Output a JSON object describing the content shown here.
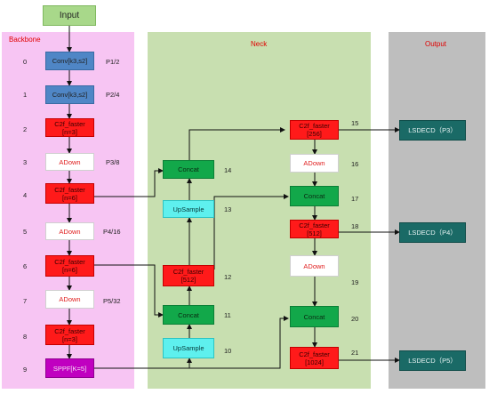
{
  "panels": {
    "backbone": "Backbone",
    "neck": "Neck",
    "output": "Output"
  },
  "input": "Input",
  "backbone": {
    "layers": [
      {
        "index": "0",
        "line1": "Conv[k3,s2]",
        "line2": "",
        "scale": "P1/2"
      },
      {
        "index": "1",
        "line1": "Conv[k3,s2]",
        "line2": "",
        "scale": "P2/4"
      },
      {
        "index": "2",
        "line1": "C2f_faster",
        "line2": "[n=3]",
        "scale": ""
      },
      {
        "index": "3",
        "line1": "ADown",
        "line2": "",
        "scale": "P3/8"
      },
      {
        "index": "4",
        "line1": "C2f_faster",
        "line2": "[n=6]",
        "scale": ""
      },
      {
        "index": "5",
        "line1": "ADown",
        "line2": "",
        "scale": "P4/16"
      },
      {
        "index": "6",
        "line1": "C2f_faster",
        "line2": "[n=6]",
        "scale": ""
      },
      {
        "index": "7",
        "line1": "ADown",
        "line2": "",
        "scale": "P5/32"
      },
      {
        "index": "8",
        "line1": "C2f_faster",
        "line2": "[n=3]",
        "scale": ""
      },
      {
        "index": "9",
        "line1": "SPPF[K=5]",
        "line2": "",
        "scale": ""
      }
    ]
  },
  "neck": {
    "n10": {
      "index": "10",
      "line1": "UpSample",
      "line2": ""
    },
    "n11": {
      "index": "11",
      "line1": "Concat",
      "line2": ""
    },
    "n12": {
      "index": "12",
      "line1": "C2f_faster",
      "line2": "[512]"
    },
    "n13": {
      "index": "13",
      "line1": "UpSample",
      "line2": ""
    },
    "n14": {
      "index": "14",
      "line1": "Concat",
      "line2": ""
    },
    "n15": {
      "index": "15",
      "line1": "C2f_faster",
      "line2": "[256]"
    },
    "n16": {
      "index": "16",
      "line1": "ADown",
      "line2": ""
    },
    "n17": {
      "index": "17",
      "line1": "Concat",
      "line2": ""
    },
    "n18": {
      "index": "18",
      "line1": "C2f_faster",
      "line2": "[512]"
    },
    "n19": {
      "index": "19",
      "line1": "ADown",
      "line2": ""
    },
    "n20": {
      "index": "20",
      "line1": "Concat",
      "line2": ""
    },
    "n21": {
      "index": "21",
      "line1": "C2f_faster",
      "line2": "[1024]"
    }
  },
  "outputs": {
    "p3": "LSDECD（P3）",
    "p4": "LSDECD（P4）",
    "p5": "LSDECD（P5）"
  },
  "colors": {
    "backbone_bg": "#f7c5f3",
    "neck_bg": "#c8dfb0",
    "output_bg": "#bebebe",
    "conv": "#4f86c6",
    "c2f_faster": "#ff1a1a",
    "adown": "#ffffff",
    "sppf": "#c000c0",
    "concat": "#12a84a",
    "upsample": "#5ef0ee",
    "lsdecd": "#1a6a66",
    "panel_title": "#e00000"
  }
}
